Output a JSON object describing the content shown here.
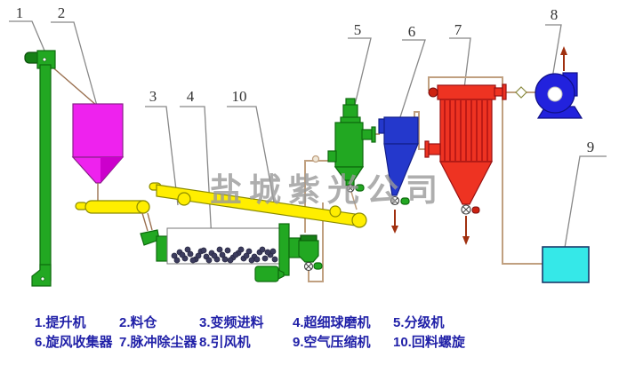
{
  "watermark": "盐城紫光公司",
  "callouts": {
    "c1": "1",
    "c2": "2",
    "c3": "3",
    "c4": "4",
    "c5": "5",
    "c6": "6",
    "c7": "7",
    "c8": "8",
    "c9": "9",
    "c10": "10"
  },
  "legend": {
    "items": [
      {
        "label": "1.提升机"
      },
      {
        "label": "2.料仓"
      },
      {
        "label": "3.变频进料"
      },
      {
        "label": "4.超细球磨机"
      },
      {
        "label": "5.分级机"
      },
      {
        "label": "6.旋风收集器"
      },
      {
        "label": "7.脉冲除尘器"
      },
      {
        "label": "8.引风机"
      },
      {
        "label": "9.空气压缩机"
      },
      {
        "label": "10.回料螺旋"
      }
    ]
  },
  "colors": {
    "machine_green": "#22a822",
    "hopper_magenta": "#ee22ee",
    "conveyor_yellow": "#ffee00",
    "cyclone_blue": "#2438cc",
    "collector_red": "#ee3322",
    "fan_blue": "#2222dd",
    "compressor_cyan": "#35e8e8",
    "pipe_tan": "#c0a080",
    "legend_navy": "#2121a8",
    "watermark_gray": "#9a9a9a",
    "arrow_rust": "#a03010"
  },
  "mill_balls": [
    [
      196,
      288
    ],
    [
      202,
      284
    ],
    [
      208,
      291
    ],
    [
      214,
      286
    ],
    [
      220,
      292
    ],
    [
      226,
      283
    ],
    [
      232,
      289
    ],
    [
      238,
      285
    ],
    [
      244,
      292
    ],
    [
      250,
      287
    ],
    [
      256,
      282
    ],
    [
      262,
      290
    ],
    [
      268,
      285
    ],
    [
      274,
      291
    ],
    [
      280,
      283
    ],
    [
      286,
      289
    ],
    [
      292,
      284
    ],
    [
      298,
      291
    ],
    [
      304,
      287
    ],
    [
      309,
      292
    ],
    [
      199,
      293
    ],
    [
      211,
      281
    ],
    [
      223,
      288
    ],
    [
      235,
      293
    ],
    [
      247,
      281
    ],
    [
      259,
      293
    ],
    [
      271,
      281
    ],
    [
      283,
      293
    ],
    [
      295,
      281
    ],
    [
      307,
      283
    ],
    [
      205,
      287
    ],
    [
      217,
      293
    ],
    [
      229,
      282
    ],
    [
      241,
      288
    ],
    [
      253,
      292
    ],
    [
      265,
      287
    ],
    [
      277,
      288
    ],
    [
      289,
      292
    ],
    [
      301,
      284
    ]
  ]
}
